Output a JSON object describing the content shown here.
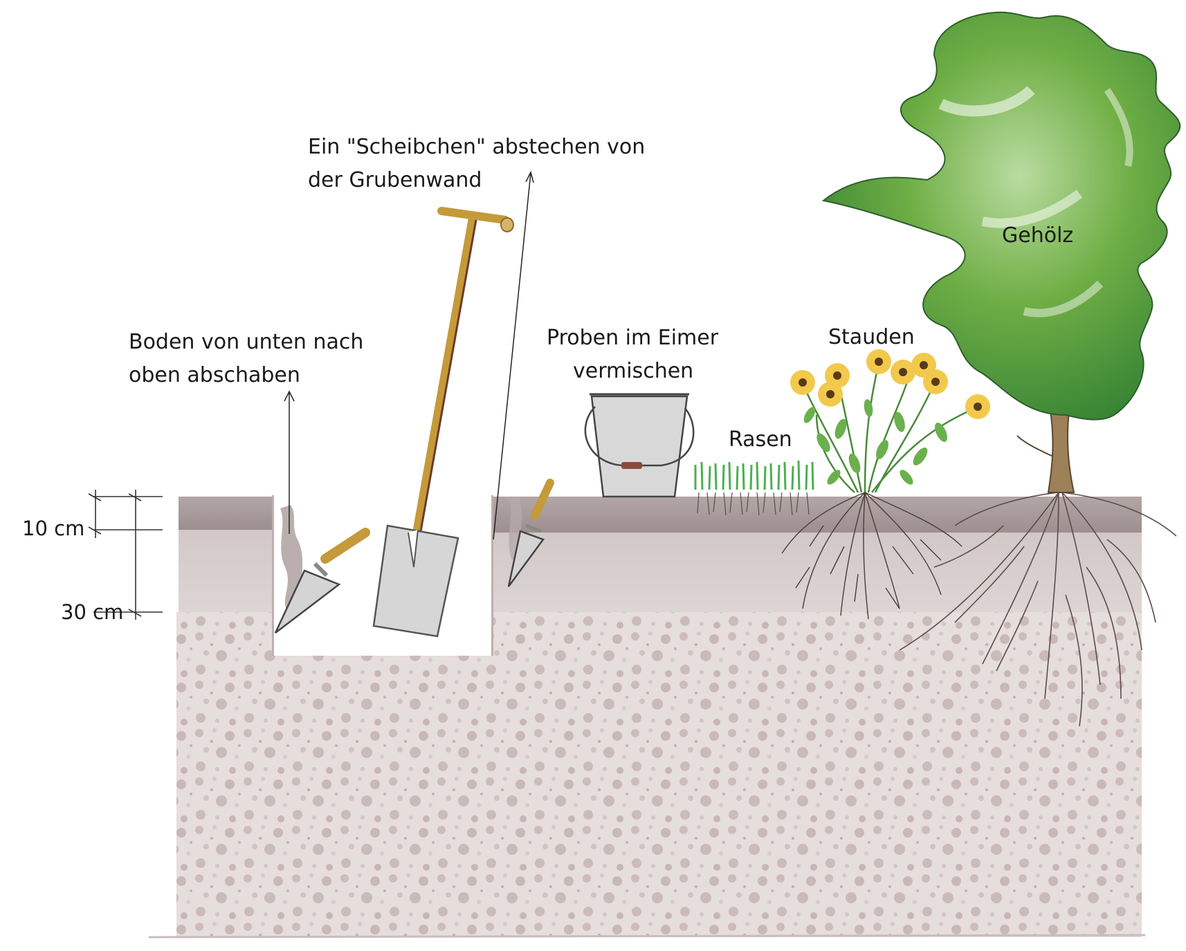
{
  "labels": {
    "slice_line1": "Ein \"Scheibchen\" abstechen von",
    "slice_line2": "der Grubenwand",
    "scrape_line1": "Boden von unten nach",
    "scrape_line2": "oben abschaben",
    "bucket_line1": "Proben im Eimer",
    "bucket_line2": "vermischen",
    "lawn": "Rasen",
    "perennials": "Stauden",
    "woody": "Gehölz",
    "depth_10": "10 cm",
    "depth_30": "30 cm"
  },
  "colors": {
    "topsoil": "#a89a9a",
    "subsoil": "#cfc5c5",
    "deep_soil": "#e2d9d9",
    "speckle": "#cbbaba",
    "tree_dark": "#2e7d32",
    "tree_light": "#7cb342",
    "flower_yellow": "#f2c94c",
    "spade_handle": "#c49a3a",
    "root": "#5d4a4a",
    "tool_grey": "#d8d8d8"
  }
}
